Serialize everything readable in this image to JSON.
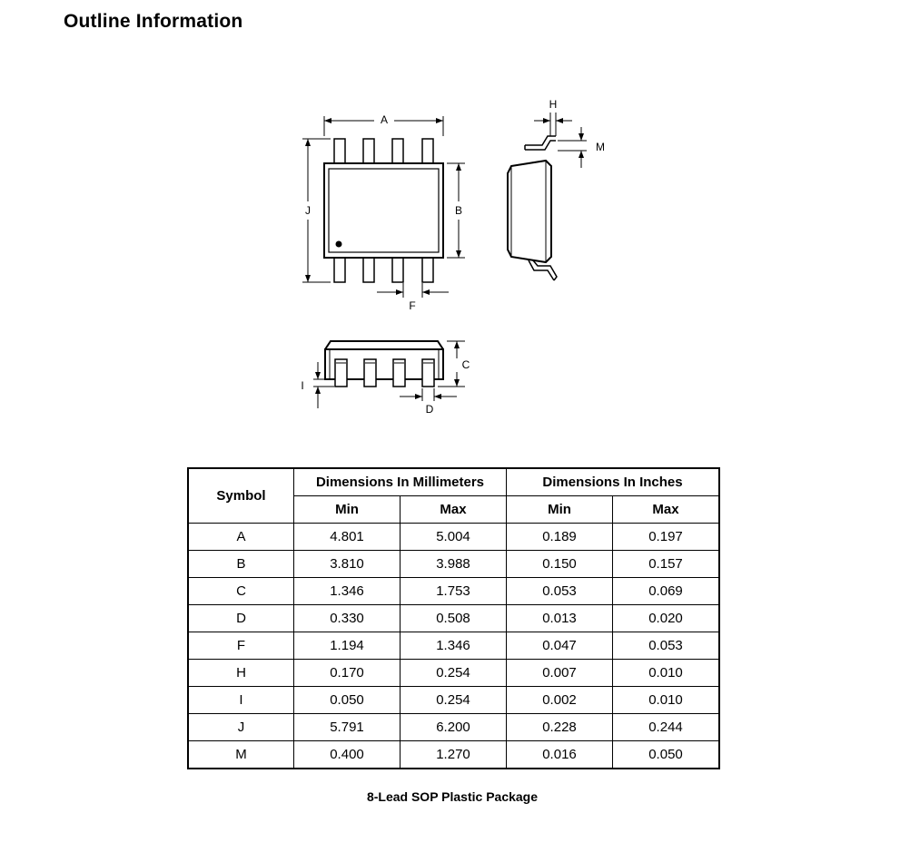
{
  "page": {
    "title": "Outline Information",
    "caption": "8-Lead SOP Plastic Package"
  },
  "diagram": {
    "labels": {
      "A": "A",
      "B": "B",
      "C": "C",
      "D": "D",
      "F": "F",
      "H": "H",
      "I": "I",
      "J": "J",
      "M": "M"
    }
  },
  "table": {
    "symbol_header": "Symbol",
    "mm_header": "Dimensions In Millimeters",
    "in_header": "Dimensions In Inches",
    "min_label": "Min",
    "max_label": "Max",
    "rows": [
      {
        "symbol": "A",
        "mm_min": "4.801",
        "mm_max": "5.004",
        "in_min": "0.189",
        "in_max": "0.197"
      },
      {
        "symbol": "B",
        "mm_min": "3.810",
        "mm_max": "3.988",
        "in_min": "0.150",
        "in_max": "0.157"
      },
      {
        "symbol": "C",
        "mm_min": "1.346",
        "mm_max": "1.753",
        "in_min": "0.053",
        "in_max": "0.069"
      },
      {
        "symbol": "D",
        "mm_min": "0.330",
        "mm_max": "0.508",
        "in_min": "0.013",
        "in_max": "0.020"
      },
      {
        "symbol": "F",
        "mm_min": "1.194",
        "mm_max": "1.346",
        "in_min": "0.047",
        "in_max": "0.053"
      },
      {
        "symbol": "H",
        "mm_min": "0.170",
        "mm_max": "0.254",
        "in_min": "0.007",
        "in_max": "0.010"
      },
      {
        "symbol": "I",
        "mm_min": "0.050",
        "mm_max": "0.254",
        "in_min": "0.002",
        "in_max": "0.010"
      },
      {
        "symbol": "J",
        "mm_min": "5.791",
        "mm_max": "6.200",
        "in_min": "0.228",
        "in_max": "0.244"
      },
      {
        "symbol": "M",
        "mm_min": "0.400",
        "mm_max": "1.270",
        "in_min": "0.016",
        "in_max": "0.050"
      }
    ]
  }
}
